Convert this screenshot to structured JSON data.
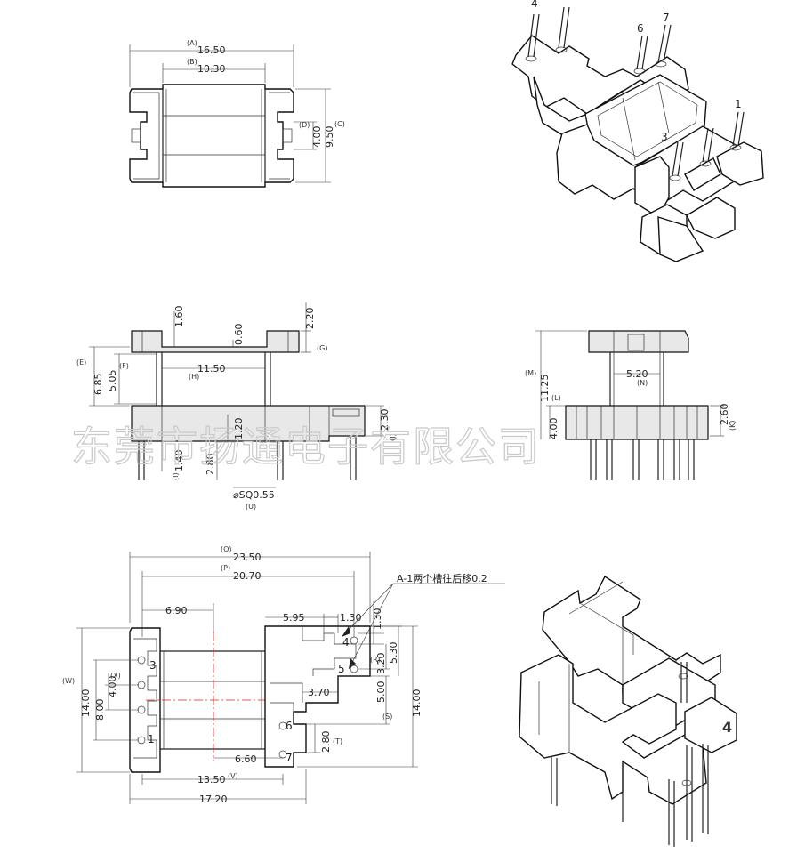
{
  "watermark": "东莞市扬通电子有限公司",
  "note": "A-1两个槽往后移0.2",
  "top_view": {
    "dims": [
      {
        "id": "A",
        "label": "(A)",
        "value": "16.50"
      },
      {
        "id": "B",
        "label": "(B)",
        "value": "10.30"
      },
      {
        "id": "C",
        "label": "(C)",
        "value": "9.50"
      },
      {
        "id": "D",
        "label": "(D)",
        "value": "4.00"
      }
    ]
  },
  "front_view": {
    "dims": [
      {
        "id": "top_pin",
        "value": "1.60"
      },
      {
        "id": "slot",
        "value": "0.60"
      },
      {
        "id": "G",
        "label": "(G)",
        "value": "2.20"
      },
      {
        "id": "E",
        "label": "(E)",
        "value": "6.85"
      },
      {
        "id": "F",
        "label": "(F)",
        "value": "5.05"
      },
      {
        "id": "H",
        "label": "(H)",
        "value": "11.50"
      },
      {
        "id": "J",
        "label": "(J)",
        "value": "2.30"
      },
      {
        "id": "mid",
        "value": "1.20"
      },
      {
        "id": "I",
        "label": "(I)",
        "value": "1.40"
      },
      {
        "id": "pinlen",
        "value": "2.80"
      },
      {
        "id": "U",
        "label": "(U)",
        "value": "⌀SQ0.55"
      }
    ]
  },
  "side_view": {
    "dims": [
      {
        "id": "M",
        "label": "(M)",
        "value": "11.25"
      },
      {
        "id": "N",
        "label": "(N)",
        "value": "5.20"
      },
      {
        "id": "L",
        "label": "(L)",
        "value": "4.00"
      },
      {
        "id": "K",
        "label": "(K)",
        "value": "2.60"
      }
    ]
  },
  "bottom_view": {
    "dims": [
      {
        "id": "O",
        "label": "(O)",
        "value": "23.50"
      },
      {
        "id": "P",
        "label": "(P)",
        "value": "20.70"
      },
      {
        "id": "left",
        "value": "6.90"
      },
      {
        "id": "w595",
        "value": "5.95"
      },
      {
        "id": "w130a",
        "value": "1.30"
      },
      {
        "id": "w130b",
        "value": "1.30"
      },
      {
        "id": "R",
        "label": "(R)",
        "value": "3.20"
      },
      {
        "id": "h530",
        "value": "5.30"
      },
      {
        "id": "w370",
        "value": "3.70"
      },
      {
        "id": "S",
        "label": "(S)",
        "value": "5.00"
      },
      {
        "id": "T",
        "label": "(T)",
        "value": "2.80"
      },
      {
        "id": "w660",
        "value": "6.60"
      },
      {
        "id": "V",
        "label": "(V)",
        "value": "13.50"
      },
      {
        "id": "total",
        "value": "17.20"
      },
      {
        "id": "W",
        "label": "(W)",
        "value": "14.00"
      },
      {
        "id": "h1400r",
        "value": "14.00"
      },
      {
        "id": "h800",
        "value": "8.00"
      },
      {
        "id": "X",
        "label": "(X)",
        "value": "4.00"
      }
    ],
    "pins": [
      "3",
      "1",
      "6",
      "7",
      "4",
      "5"
    ]
  },
  "iso_top": {
    "pins": [
      "4",
      "6",
      "7",
      "1",
      "3"
    ]
  },
  "iso_bottom": {
    "mark": "4"
  }
}
